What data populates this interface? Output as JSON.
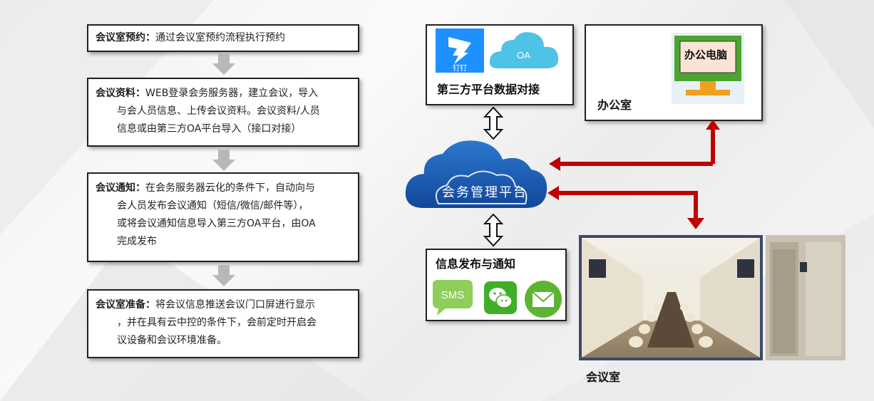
{
  "steps": [
    {
      "head": "会议室预约：",
      "lines": [
        "通过会议室预约流程执行预约"
      ]
    },
    {
      "head": "会议资料：",
      "lines": [
        "WEB登录会务服务器，建立会议，导入",
        "与会人员信息、上传会议资料。会议资料/人员",
        "信息或由第三方OA平台导入（接口对接）"
      ]
    },
    {
      "head": "会议通知：",
      "lines": [
        "在会务服务器云化的条件下，自动向与",
        "会人员发布会议通知（短信/微信/邮件等），",
        "或将会议通知信息导入第三方OA平台，由OA",
        "完成发布"
      ]
    },
    {
      "head": "会议室准备：",
      "lines": [
        "将会议信息推送会议门口屏进行显示",
        "，并在具有云中控的条件下，会前定时开启会",
        "议设备和会议环境准备。"
      ]
    }
  ],
  "third_party": {
    "title": "第三方平台数据对接",
    "dingtalk_label": "钉钉",
    "oa_label": "OA"
  },
  "office": {
    "title": "办公室",
    "pc_label": "办公电脑"
  },
  "platform": {
    "label": "会务管理平台"
  },
  "notify": {
    "title": "信息发布与通知",
    "sms_label": "SMS"
  },
  "meeting_room": {
    "label": "会议室"
  },
  "icons": [
    "dingtalk-icon",
    "oa-cloud-icon",
    "computer-icon",
    "cloud-icon",
    "sms-icon",
    "wechat-icon",
    "mail-icon"
  ],
  "colors": {
    "arrow_red": "#c00000",
    "cloud_blue": "#1f5fb0",
    "gray_arrow": "#b8b8b8",
    "monitor_green": "#4ca62e"
  }
}
